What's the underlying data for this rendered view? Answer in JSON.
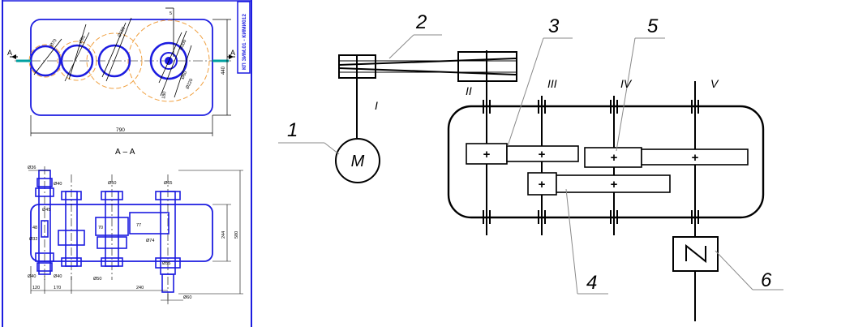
{
  "drawing": {
    "section_a_label": "А",
    "section_a_label_right": "А",
    "section_title": "А – А",
    "stamp_text": "КП ЗИМ.01 - КИМИ012",
    "dims_top": {
      "width": "790",
      "height": "440",
      "d1": "Ø70",
      "d2": "Ø95",
      "d3": "Ø150",
      "d4": "Ø220",
      "d5": "Ø300",
      "d6": "180",
      "d7": "Ø60",
      "pos5": "5"
    },
    "dims_bottom": {
      "top_left": "Ø36",
      "d40a": "Ø40",
      "d50a": "Ø50",
      "d65": "Ø65",
      "d45": "Ø45",
      "d48": "48",
      "d32": "Ø32",
      "w70": "70",
      "w77": "77",
      "d74": "Ø74",
      "d40b": "Ø40",
      "d40c": "Ø40",
      "d50b": "Ø50",
      "d55": "Ø55",
      "h244": "244",
      "h580": "580",
      "w120": "120",
      "w170": "170",
      "w240": "240",
      "d60": "Ø60"
    }
  },
  "scheme": {
    "callouts": [
      "1",
      "2",
      "3",
      "4",
      "5",
      "6"
    ],
    "shafts": [
      "I",
      "II",
      "III",
      "IV",
      "V"
    ],
    "motor_label": "М",
    "gear_symbol": "+"
  }
}
